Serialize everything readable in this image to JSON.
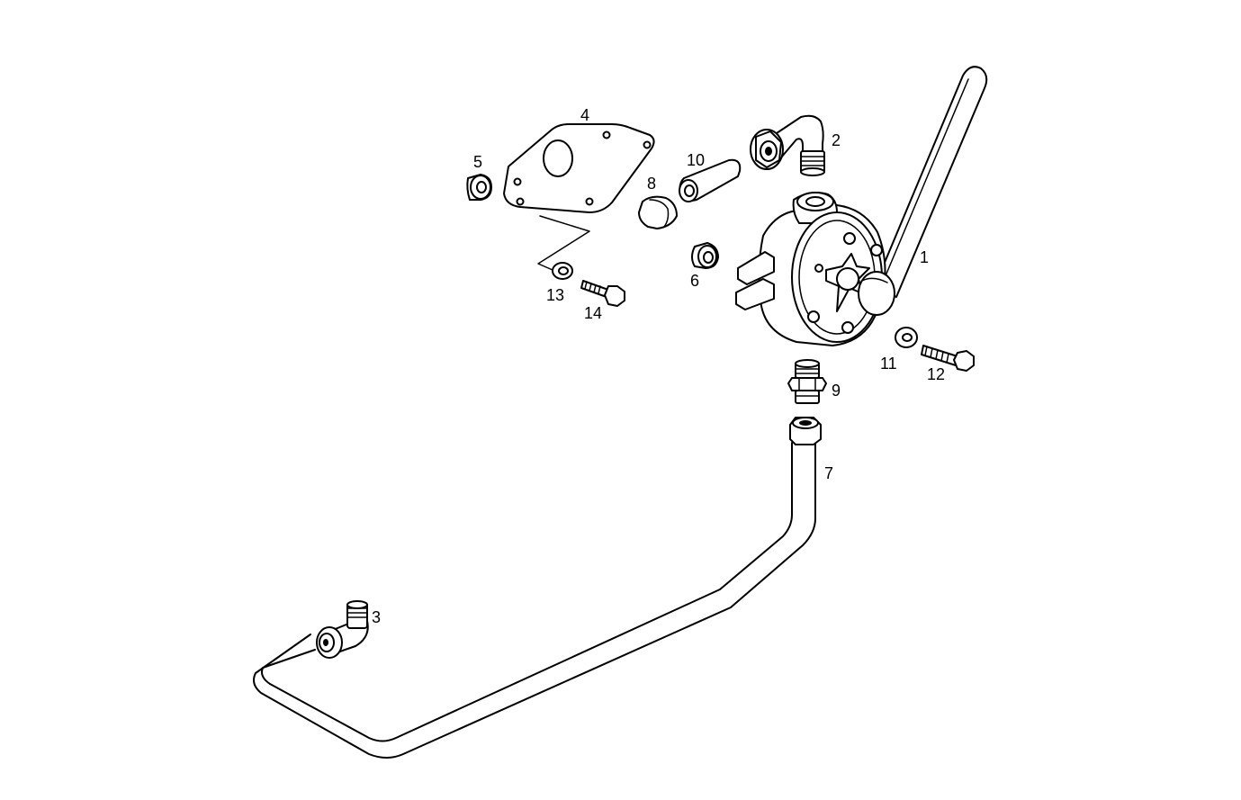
{
  "diagram": {
    "labels": {
      "pump": "1",
      "elbow_fitting_top": "2",
      "elbow_fitting_bottom": "3",
      "mounting_plate": "4",
      "spacer_5": "5",
      "spacer_6": "6",
      "pipe": "7",
      "cap": "8",
      "adapter": "9",
      "sleeve": "10",
      "washer_11": "11",
      "bolt_12": "12",
      "washer_13": "13",
      "bolt_14": "14"
    }
  }
}
